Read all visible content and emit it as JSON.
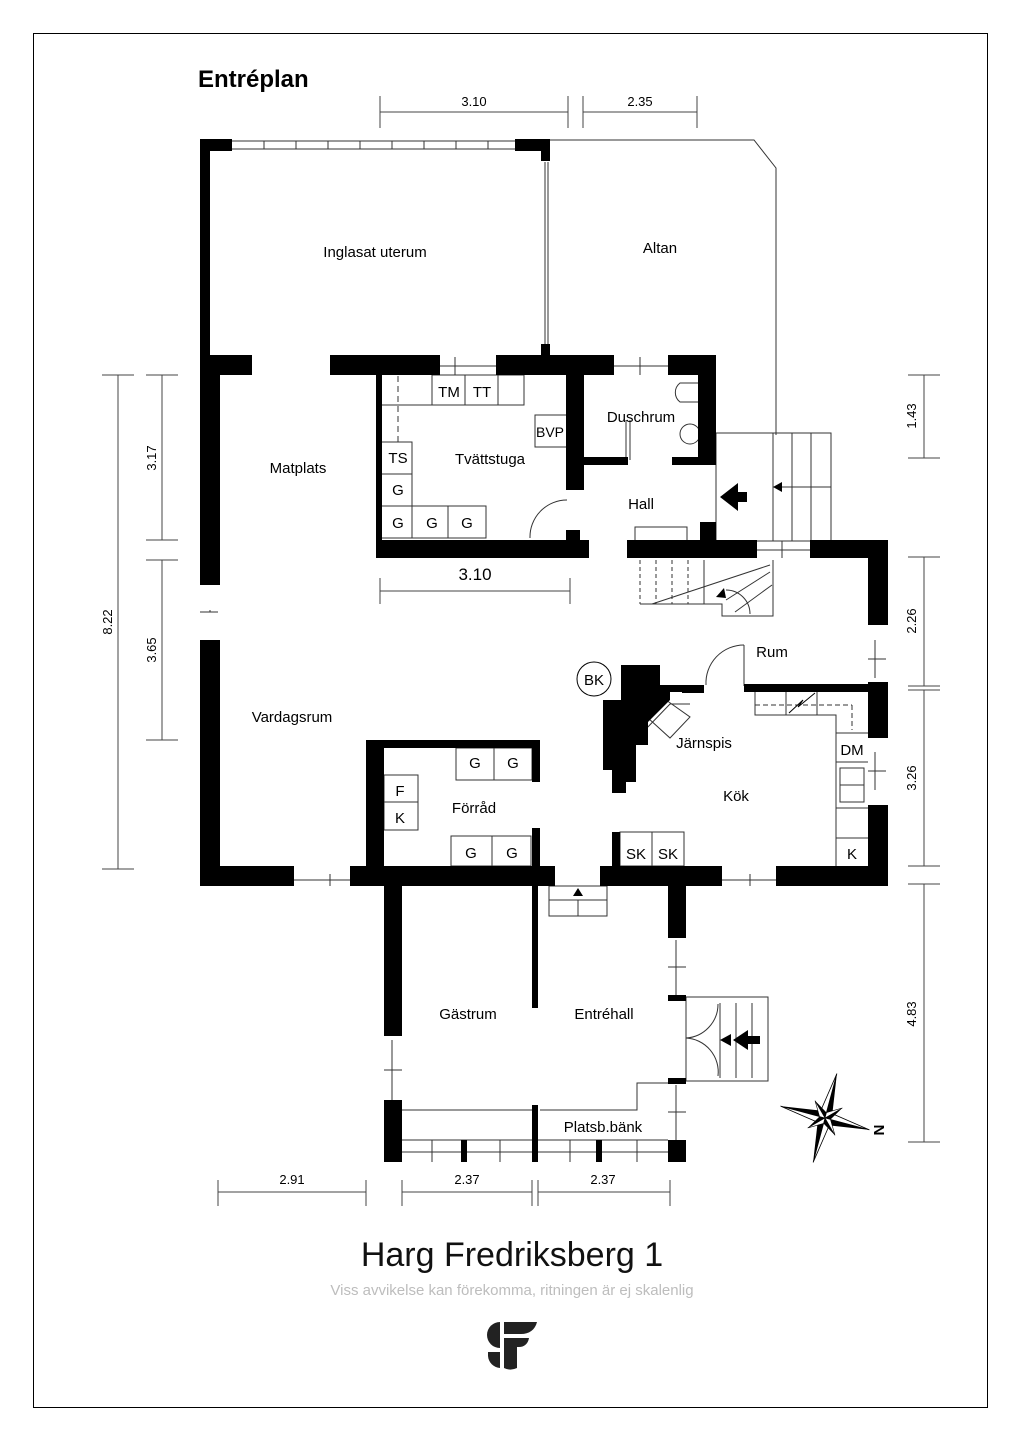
{
  "header": {
    "title": "Entréplan"
  },
  "footer": {
    "property_name": "Harg Fredriksberg 1",
    "disclaimer": "Viss avvikelse kan förekomma, ritningen är ej skalenlig",
    "logo": "sf-logo-icon"
  },
  "rooms": {
    "uterum": "Inglasat uterum",
    "altan": "Altan",
    "matplats": "Matplats",
    "tvattstuga": "Tvättstuga",
    "duschrum": "Duschrum",
    "hall": "Hall",
    "vardagsrum": "Vardagsrum",
    "rum": "Rum",
    "jarnspis": "Järnspis",
    "kok": "Kök",
    "forrad": "Förråd",
    "gastrum": "Gästrum",
    "entrehall": "Entréhall",
    "platsbank": "Platsb.bänk"
  },
  "appliances": {
    "tm": "TM",
    "tt": "TT",
    "bvp": "BVP",
    "ts": "TS",
    "g": "G",
    "bk": "BK",
    "dm": "DM",
    "k": "K",
    "sk": "SK",
    "f": "F"
  },
  "dimensions": {
    "top_left": "3.10",
    "top_right": "2.35",
    "tvatt_width": "3.10",
    "left_total": "8.22",
    "left_upper": "3.17",
    "left_lower": "3.65",
    "right_1": "1.43",
    "right_2": "2.26",
    "right_3": "3.26",
    "right_4": "4.83",
    "bottom_1": "2.91",
    "bottom_2": "2.37",
    "bottom_3": "2.37"
  },
  "compass": {
    "north_label": "N"
  },
  "colors": {
    "wall": "#000000",
    "line": "#555555",
    "disclaimer": "#bdbdbd"
  }
}
